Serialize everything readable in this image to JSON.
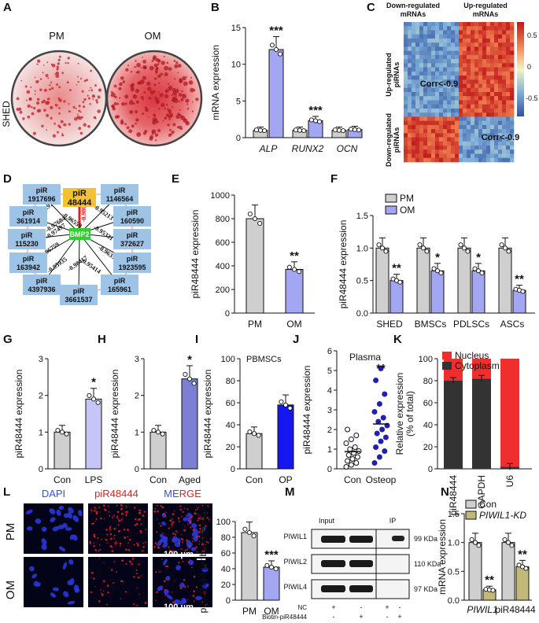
{
  "panel_labels": [
    "A",
    "B",
    "C",
    "D",
    "E",
    "F",
    "G",
    "H",
    "I",
    "J",
    "K",
    "L",
    "M",
    "N"
  ],
  "panel_a": {
    "row_label": "SHED",
    "plates": [
      "PM",
      "OM"
    ]
  },
  "colors": {
    "gray": "#cfcfcf",
    "purple": "#a3a6f3",
    "light_purple": "#c5c5f7",
    "mid_purple": "#7c7fd4",
    "blue": "#1616f0",
    "navy": "#2020b0",
    "red": "#f02e2e",
    "dark": "#333333",
    "olive": "#c2b878",
    "node_blue": "#9dc3e6",
    "node_gold": "#f2c233",
    "node_green": "#33cc33",
    "edge_red": "#e02020"
  },
  "chart_data": [
    {
      "panel": "B",
      "type": "bar",
      "ylabel": "mRNA expression",
      "ylim": [
        0,
        15
      ],
      "yticks": [
        "0",
        "5",
        "10",
        "15"
      ],
      "categories": [
        "ALP",
        "RUNX2",
        "OCN"
      ],
      "series": [
        {
          "values": [
            1.0,
            1.0,
            1.0
          ]
        },
        {
          "values": [
            12.0,
            2.3,
            1.1
          ]
        }
      ],
      "stars": [
        "***",
        "***",
        ""
      ]
    },
    {
      "panel": "C",
      "type": "heatmap",
      "col_labels": [
        "Down-regulated mRNAs",
        "Up-regulated mRNAs"
      ],
      "row_labels": [
        "Up-regulated piRNAs",
        "Down-regulated piRNAs"
      ],
      "annotations": [
        "Corr<-0.9",
        "Corr<-0.9"
      ],
      "colorbar_ticks": [
        "0.5",
        "0",
        "-0.5"
      ]
    },
    {
      "panel": "E",
      "type": "bar",
      "ylabel": "piR48444 expression",
      "ylim": [
        0,
        1000
      ],
      "yticks": [
        "0",
        "200",
        "400",
        "600",
        "800",
        "1000"
      ],
      "categories": [
        "PM",
        "OM"
      ],
      "values": [
        800,
        370
      ],
      "stars": [
        "",
        "**"
      ]
    },
    {
      "panel": "F",
      "type": "bar",
      "ylabel": "piR48444 expression",
      "ylim": [
        0,
        1.5
      ],
      "yticks": [
        "0.0",
        "0.5",
        "1.0",
        "1.5"
      ],
      "categories": [
        "SHED",
        "BMSCs",
        "PDLSCs",
        "ASCs"
      ],
      "series": [
        {
          "name": "PM",
          "values": [
            1.0,
            1.0,
            1.0,
            1.0
          ]
        },
        {
          "name": "OM",
          "values": [
            0.5,
            0.65,
            0.65,
            0.35
          ]
        }
      ],
      "stars": [
        "**",
        "*",
        "*",
        "**"
      ]
    },
    {
      "panel": "G",
      "type": "bar",
      "ylabel": "piR48444 expression",
      "ylim": [
        0,
        3
      ],
      "yticks": [
        "0",
        "1",
        "2",
        "3"
      ],
      "categories": [
        "Con",
        "LPS"
      ],
      "values": [
        1.0,
        1.9
      ],
      "stars": [
        "",
        "*"
      ]
    },
    {
      "panel": "H",
      "type": "bar",
      "ylabel": "piR48444 expression",
      "ylim": [
        0,
        3
      ],
      "yticks": [
        "0",
        "1",
        "2",
        "3"
      ],
      "categories": [
        "Con",
        "Aged"
      ],
      "values": [
        1.0,
        2.45
      ],
      "stars": [
        "",
        "*"
      ]
    },
    {
      "panel": "I",
      "type": "bar",
      "title": "PBMSCs",
      "ylabel": "piR48444 expression",
      "ylim": [
        0,
        100
      ],
      "yticks": [
        "0",
        "20",
        "40",
        "60",
        "80",
        "100"
      ],
      "categories": [
        "Con",
        "OP"
      ],
      "values": [
        32,
        58
      ]
    },
    {
      "panel": "J",
      "type": "scatter",
      "title": "Plasma",
      "ylabel": "piR48444 expression",
      "ylim": [
        0,
        6
      ],
      "yticks": [
        "0",
        "1",
        "2",
        "3",
        "4",
        "5",
        "6"
      ],
      "categories": [
        "Con",
        "Osteop"
      ],
      "groups": [
        [
          0.1,
          0.2,
          0.3,
          0.4,
          0.5,
          0.6,
          0.7,
          0.8,
          0.9,
          1.0,
          1.1,
          1.3,
          1.5,
          1.7,
          2.0
        ],
        [
          0.3,
          0.6,
          0.9,
          1.1,
          1.4,
          1.6,
          1.8,
          2.0,
          2.2,
          2.4,
          2.6,
          2.9,
          3.3,
          3.8,
          4.5,
          5.1
        ]
      ],
      "stars": [
        "",
        "**"
      ]
    },
    {
      "panel": "K",
      "type": "bar",
      "ylabel": "Relative expression\n(% of total)",
      "ylim": [
        0,
        100
      ],
      "yticks": [
        "0",
        "20",
        "40",
        "60",
        "80",
        "100"
      ],
      "categories": [
        "piR48444",
        "GAPDH",
        "U6"
      ],
      "series": [
        {
          "name": "Nucleus",
          "values": [
            20,
            18,
            98
          ]
        },
        {
          "name": "Cytoplasm",
          "values": [
            80,
            82,
            2
          ]
        }
      ]
    },
    {
      "panel": "L",
      "type": "bar",
      "ylabel": "piR48444 probe intensity",
      "ylim": [
        0,
        100
      ],
      "yticks": [
        "0",
        "20",
        "40",
        "60",
        "80",
        "100"
      ],
      "categories": [
        "PM",
        "OM"
      ],
      "values": [
        86,
        42
      ],
      "stars": [
        "",
        "***"
      ]
    },
    {
      "panel": "N",
      "type": "bar",
      "ylabel": "mRNA expression",
      "ylim": [
        0,
        1.5
      ],
      "yticks": [
        "0.0",
        "0.5",
        "1.0",
        "1.5"
      ],
      "categories": [
        "PIWIL1",
        "piR48444"
      ],
      "series": [
        {
          "name": "Con",
          "values": [
            1.0,
            1.0
          ]
        },
        {
          "name": "PIWIL1-KD",
          "values": [
            0.18,
            0.58
          ]
        }
      ],
      "stars": [
        "**",
        "**"
      ]
    }
  ],
  "panel_d": {
    "hub": "BMP2",
    "top_node": [
      "piR",
      "48444"
    ],
    "nodes": [
      [
        "piR",
        "1917696"
      ],
      [
        "piR",
        "1146564"
      ],
      [
        "piR",
        "361914"
      ],
      [
        "piR",
        "160590"
      ],
      [
        "piR",
        "115230"
      ],
      [
        "piR",
        "372627"
      ],
      [
        "piR",
        "163942"
      ],
      [
        "piR",
        "1923595"
      ],
      [
        "piR",
        "4397936"
      ],
      [
        "piR",
        "165961"
      ],
      [
        "piR",
        "3661537"
      ]
    ],
    "edge_values": [
      "-0.98022",
      "-0.97647",
      "-0.96559",
      "-0.97684",
      "-0.95213",
      "-0.97497",
      "-0.95331",
      "-0.96759",
      "-0.96359",
      "-0.95935",
      "-0.95414",
      "-0.98417"
    ]
  },
  "panel_l": {
    "channels": [
      "DAPI",
      "piR48444",
      "MERGE"
    ],
    "rows": [
      "PM",
      "OM"
    ],
    "scalebar": "100 μm"
  },
  "panel_m": {
    "headers": [
      "Input",
      "IP"
    ],
    "rows": [
      {
        "label": "PIWIL1",
        "size": "99 KDa"
      },
      {
        "label": "PIWIL2",
        "size": "110 KDa"
      },
      {
        "label": "PIWIL4",
        "size": "97 KDa"
      }
    ],
    "conditions": [
      {
        "label": "NC",
        "marks": [
          "+",
          "-",
          "+",
          "-"
        ]
      },
      {
        "label": "Biotin-piR48444",
        "marks": [
          "-",
          "+",
          "-",
          "+"
        ]
      }
    ]
  }
}
